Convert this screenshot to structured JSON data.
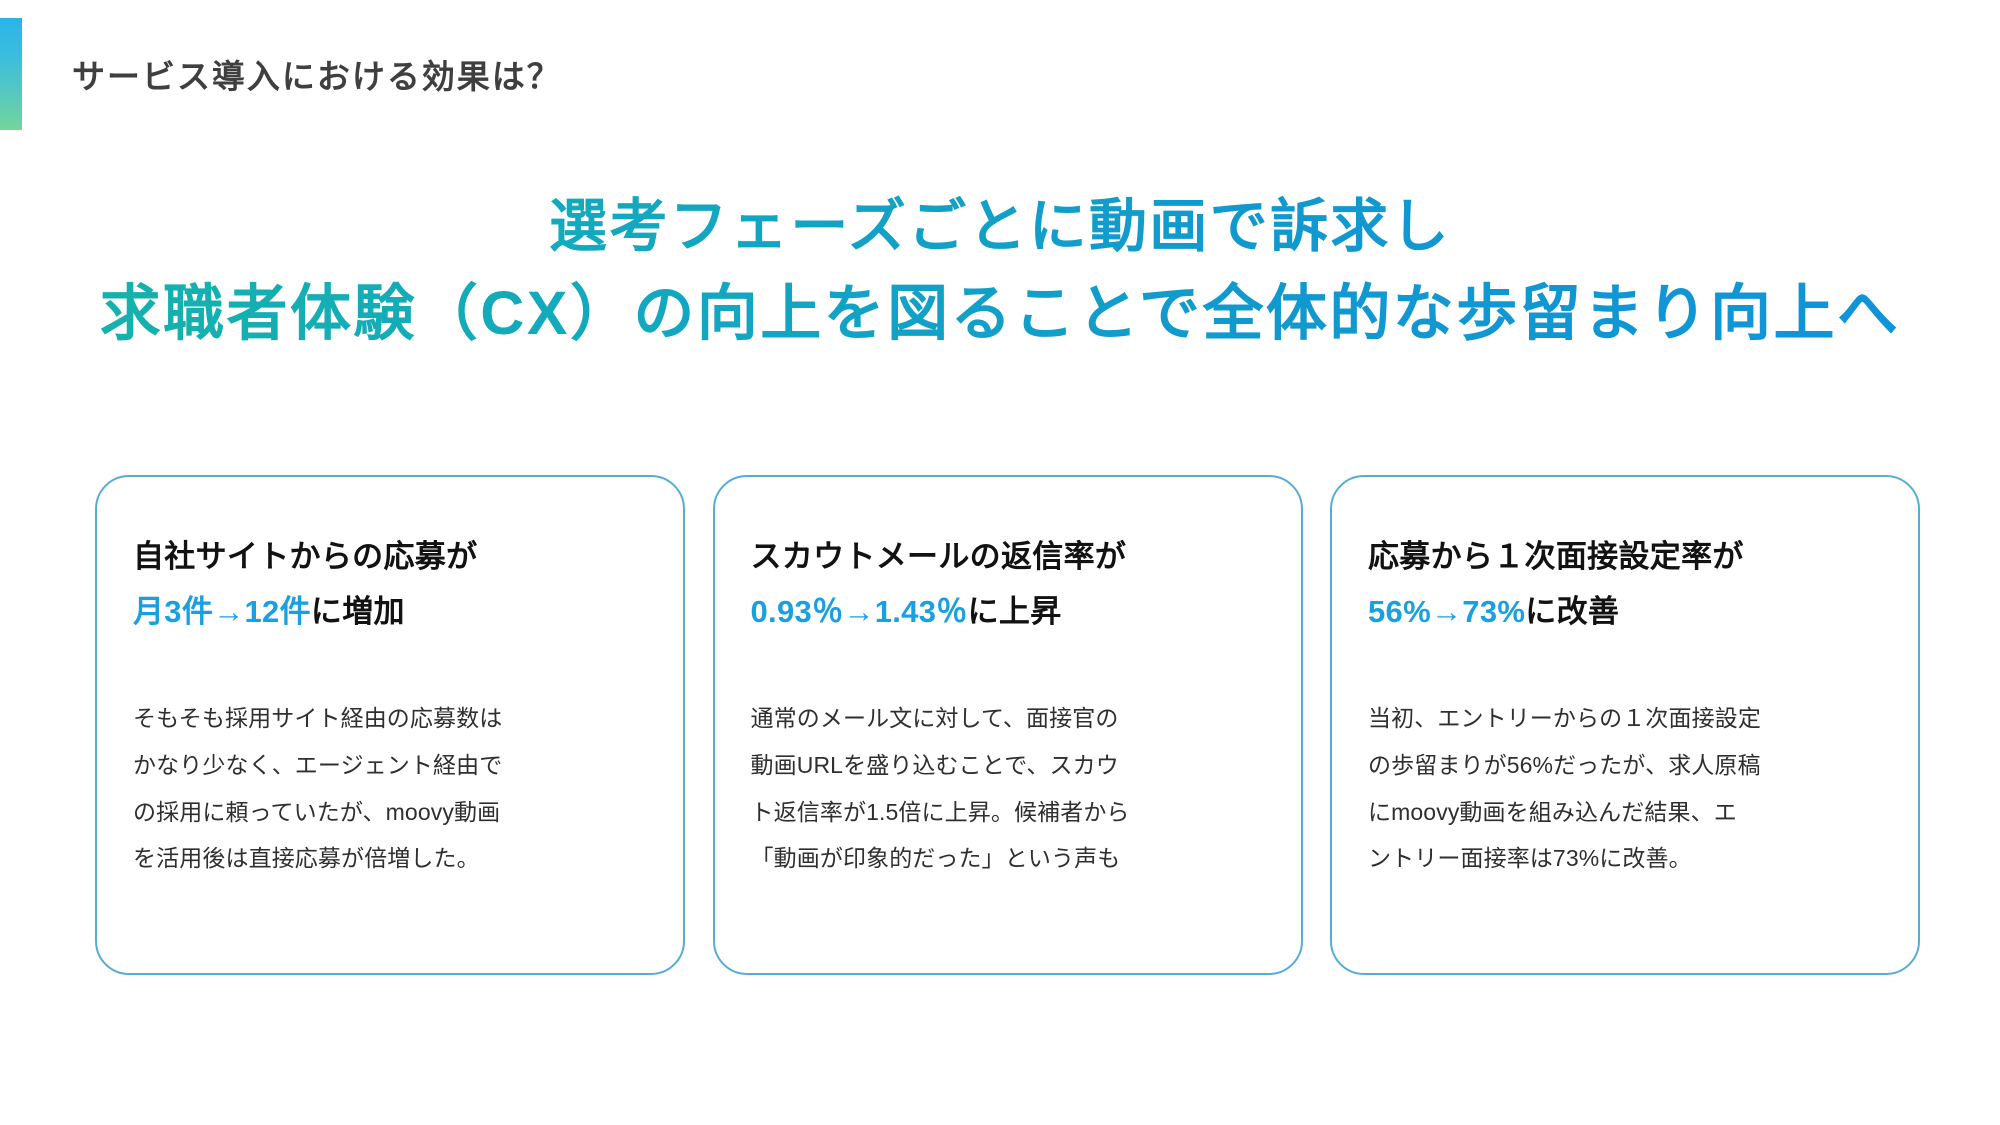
{
  "header": {
    "title": "サービス導入における効果は？",
    "accent_bar_gradient": [
      "#2AB4E8",
      "#74D59A"
    ]
  },
  "headline": {
    "line1": "選考フェーズごとに動画で訴求し",
    "line2": "求職者体験（CX）の向上を図ることで全体的な歩留まり向上へ",
    "gradient_from": "#16B3A8",
    "gradient_to": "#1093D9"
  },
  "theme": {
    "card_border": "#57ACD7",
    "card_accent": "#19A0E0",
    "heading_color": "#121212",
    "body_color": "#2f2f2f",
    "header_color": "#3f3f3f"
  },
  "cards": [
    {
      "heading_line1": "自社サイトからの応募が",
      "heading_metric": "月3件→12件",
      "heading_suffix": "に増加",
      "body_lines": [
        "そもそも採用サイト経由の応募数は",
        "かなり少なく、エージェント経由で",
        "の採用に頼っていたが、moovy動画",
        "を活用後は直接応募が倍増した。"
      ]
    },
    {
      "heading_line1": "スカウトメールの返信率が",
      "heading_metric": "0.93％→1.43％",
      "heading_suffix": "に上昇",
      "body_lines": [
        "通常のメール文に対して、面接官の",
        "動画URLを盛り込むことで、スカウ",
        "ト返信率が1.5倍に上昇。候補者から",
        "「動画が印象的だった」という声も"
      ]
    },
    {
      "heading_line1": "応募から１次面接設定率が",
      "heading_metric": "56%→73%",
      "heading_suffix": "に改善",
      "body_lines": [
        "当初、エントリーからの１次面接設定",
        "の歩留まりが56%だったが、求人原稿",
        "にmoovy動画を組み込んだ結果、エ",
        "ントリー面接率は73%に改善。"
      ]
    }
  ]
}
